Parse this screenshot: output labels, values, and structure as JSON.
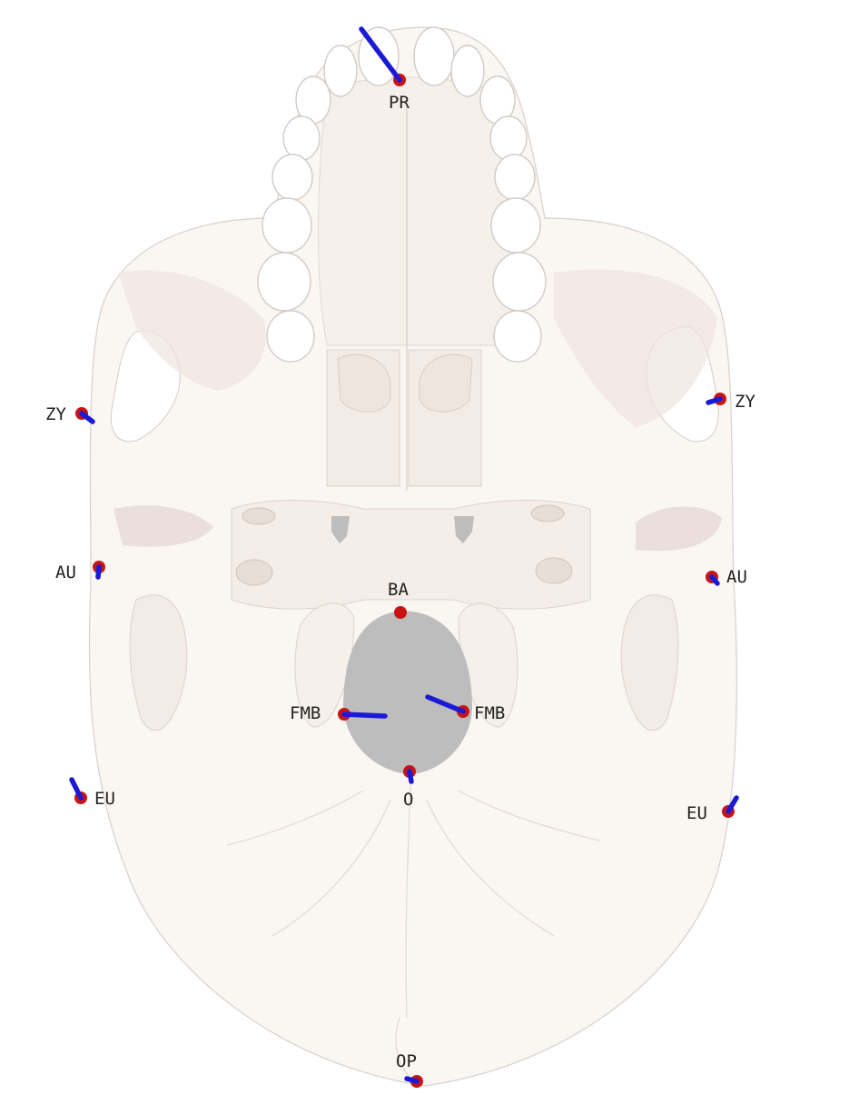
{
  "landmarks": [
    {
      "id": "pr",
      "label": "PR"
    },
    {
      "id": "zy-left",
      "label": "ZY"
    },
    {
      "id": "zy-right",
      "label": "ZY"
    },
    {
      "id": "au-left",
      "label": "AU"
    },
    {
      "id": "au-right",
      "label": "AU"
    },
    {
      "id": "ba",
      "label": "BA"
    },
    {
      "id": "fmb-left",
      "label": "FMB"
    },
    {
      "id": "fmb-right",
      "label": "FMB"
    },
    {
      "id": "o",
      "label": "O"
    },
    {
      "id": "eu-left",
      "label": "EU"
    },
    {
      "id": "eu-right",
      "label": "EU"
    },
    {
      "id": "op",
      "label": "OP"
    }
  ],
  "colors": {
    "point": "#c81414",
    "vector": "#1a1ad6",
    "bone": "#faf6f1",
    "bone_shadow": "#efe4df",
    "foramen": "#bdbdbd"
  }
}
